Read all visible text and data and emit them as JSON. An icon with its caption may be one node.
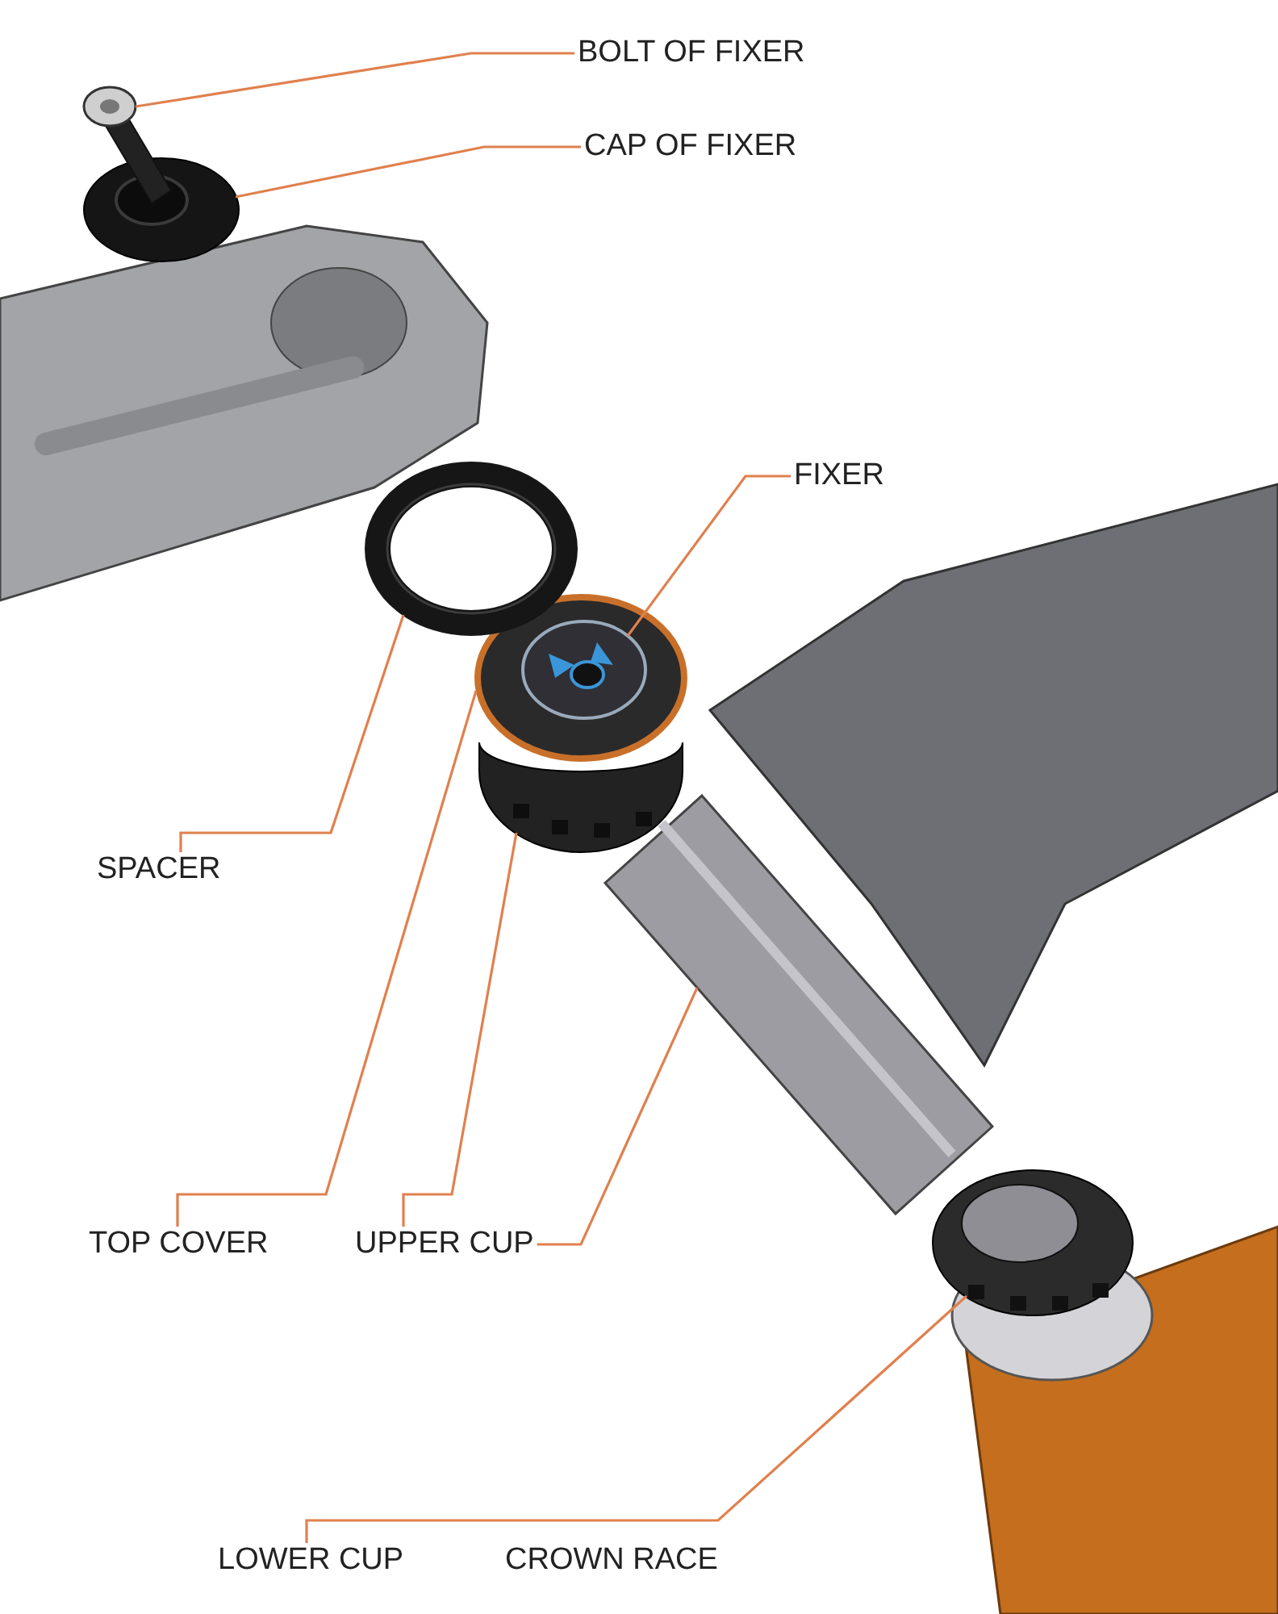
{
  "diagram": {
    "nodes": [
      {
        "text": [
          "BOLT OF FIXER"
        ]
      },
      {
        "text": [
          "CAP OF FIXER"
        ]
      },
      {
        "text": [
          "FIXER"
        ]
      },
      {
        "text": [
          "SPACER"
        ]
      },
      {
        "text": [
          "TOP COVER"
        ]
      },
      {
        "text": [
          "UPPER CUP"
        ]
      },
      {
        "text": [
          "LOWER CUP"
        ]
      },
      {
        "text": [],
        "shape": "picture"
      },
      {
        "text": [],
        "shape": "picture"
      },
      {
        "text": [],
        "shape": "picture",
        "in": 11
      },
      {
        "text": [],
        "shape": "picture"
      },
      {
        "text": [],
        "shape": "picture"
      },
      {
        "text": [],
        "shape": "picture"
      },
      {
        "text": [],
        "shape": "picture"
      },
      {
        "text": [],
        "shape": "picture"
      }
    ],
    "edges": [
      {
        "from": 0,
        "to": 7,
        "arrow": "none"
      },
      {
        "from": 1,
        "to": 8,
        "arrow": "none"
      },
      {
        "from": 2,
        "to": 9,
        "arrow": "none"
      },
      {
        "from": 3,
        "to": 10,
        "arrow": "none"
      },
      {
        "from": 4,
        "to": 11,
        "arrow": "none"
      },
      {
        "from": 5,
        "to": 12,
        "arrow": "none"
      },
      {
        "from": 5,
        "to": 13,
        "arrow": "none"
      },
      {
        "from": 6,
        "to": 14,
        "arrow": "none"
      }
    ],
    "labels": [
      "CROWN RACE"
    ]
  }
}
